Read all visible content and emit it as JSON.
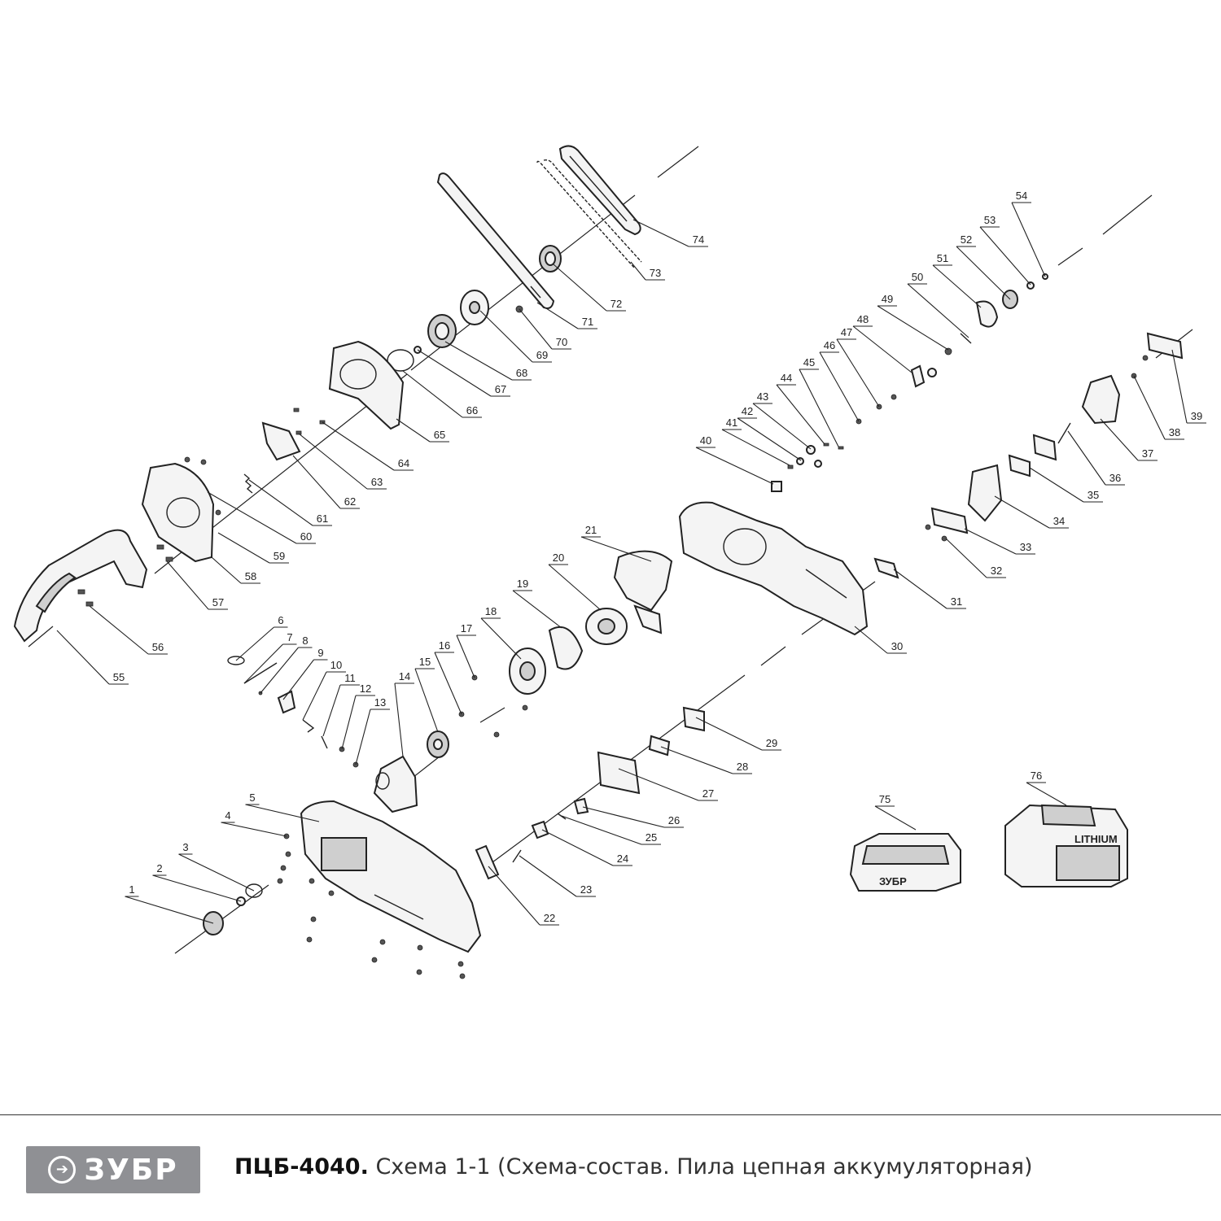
{
  "brand": {
    "logo_text": "ЗУБР"
  },
  "title": {
    "model": "ПЦБ-4040.",
    "description": "Схема 1-1 (Схема-состав. Пила цепная аккумуляторная)"
  },
  "callouts": [
    "1",
    "2",
    "3",
    "4",
    "5",
    "6",
    "7",
    "8",
    "9",
    "10",
    "11",
    "12",
    "13",
    "14",
    "15",
    "16",
    "17",
    "18",
    "19",
    "20",
    "21",
    "22",
    "23",
    "24",
    "25",
    "26",
    "27",
    "28",
    "29",
    "30",
    "31",
    "32",
    "33",
    "34",
    "35",
    "36",
    "37",
    "38",
    "39",
    "40",
    "41",
    "42",
    "43",
    "44",
    "45",
    "46",
    "47",
    "48",
    "49",
    "50",
    "51",
    "52",
    "53",
    "54",
    "55",
    "56",
    "57",
    "58",
    "59",
    "60",
    "61",
    "62",
    "63",
    "64",
    "65",
    "66",
    "67",
    "68",
    "69",
    "70",
    "71",
    "72",
    "73",
    "74",
    "75",
    "76"
  ],
  "product_labels": {
    "charger_brand": "ЗУБР",
    "battery_brand": "LITHIUM"
  }
}
